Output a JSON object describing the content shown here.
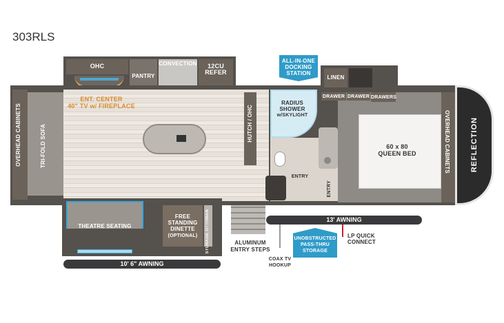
{
  "title": "303RLS",
  "brand": "REFLECTION",
  "rooms": {
    "ohc": "OHC",
    "pantry": "PANTRY",
    "convection": "CONVECTION",
    "refer": "12CU REFER",
    "ent_center_1": "ENT. CENTER",
    "ent_center_2": "40\" TV w/ FIREPLACE",
    "overhead_left": "OVERHEAD CABINETS",
    "sofa": "TRI-FOLD SOFA",
    "hutch": "HUTCH / OHC",
    "shower_1": "RADIUS",
    "shower_2": "SHOWER",
    "shower_3": "w/SKYLIGHT",
    "entry_bath": "ENTRY",
    "entry_bed": "ENTRY",
    "linen": "LINEN",
    "drawer1": "DRAWER",
    "drawer2": "DRAWER",
    "drawers": "DRAWERS",
    "bed_1": "60 x 80",
    "bed_2": "QUEEN BED",
    "overhead_right": "OVERHEAD CABINETS",
    "theatre": "THEATRE SEATING",
    "dinette_1": "FREE",
    "dinette_2": "STANDING",
    "dinette_3": "DINETTE",
    "dinette_4": "(OPTIONAL)",
    "ottoman": "STORAGE OTTOMAN"
  },
  "callouts": {
    "docking_1": "ALL-IN-ONE",
    "docking_2": "DOCKING",
    "docking_3": "STATION",
    "steps_1": "ALUMINUM",
    "steps_2": "ENTRY STEPS",
    "coax_1": "COAX TV",
    "coax_2": "HOOKUP",
    "storage_1": "UNOBSTRUCTED",
    "storage_2": "PASS-THRU",
    "storage_3": "STORAGE",
    "lp_1": "LP QUICK",
    "lp_2": "CONNECT"
  },
  "awnings": {
    "rear": "10' 6\" AWNING",
    "side": "13' AWNING"
  },
  "colors": {
    "callout_blue": "#2f9bc9",
    "awning": "#3a3a3c",
    "lp_line": "#c8202a"
  }
}
